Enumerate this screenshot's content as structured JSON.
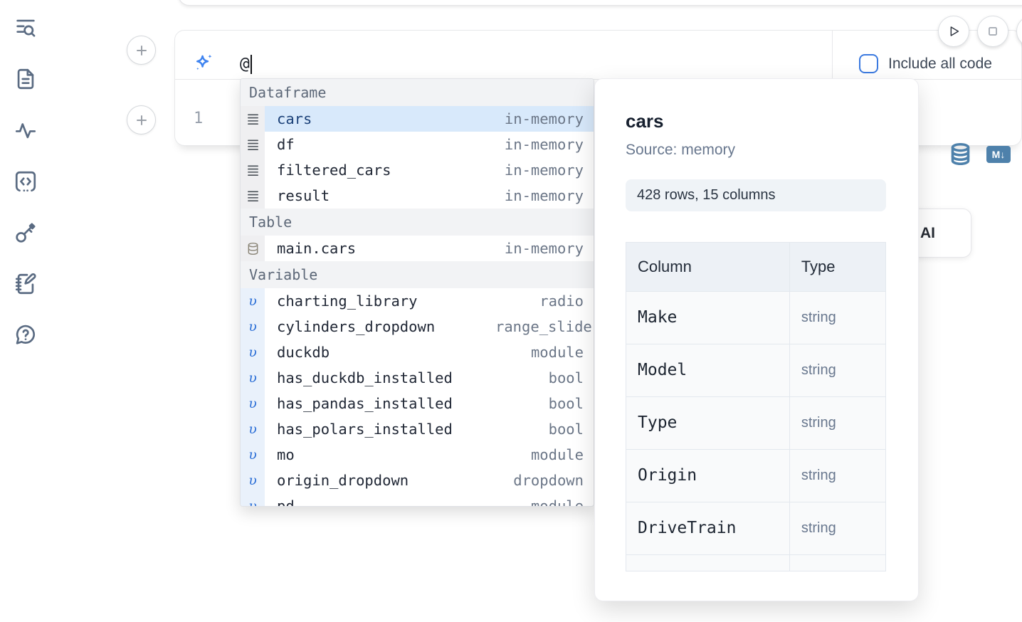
{
  "sidebar": {
    "icons": [
      "list-search-icon",
      "file-text-icon",
      "activity-icon",
      "code-block-icon",
      "key-icon",
      "notebook-pen-icon",
      "help-bubble-icon"
    ]
  },
  "ai_prompt": {
    "value": "@",
    "include_all_code_label": "Include all code"
  },
  "cell": {
    "line_number": "1",
    "markdown_badge": "M↓"
  },
  "autocomplete": {
    "sections": [
      {
        "label": "Dataframe",
        "kind": "dataframe",
        "items": [
          {
            "name": "cars",
            "detail": "in-memory",
            "selected": true
          },
          {
            "name": "df",
            "detail": "in-memory"
          },
          {
            "name": "filtered_cars",
            "detail": "in-memory"
          },
          {
            "name": "result",
            "detail": "in-memory"
          }
        ]
      },
      {
        "label": "Table",
        "kind": "table",
        "items": [
          {
            "name": "main.cars",
            "detail": "in-memory"
          }
        ]
      },
      {
        "label": "Variable",
        "kind": "variable",
        "items": [
          {
            "name": "charting_library",
            "detail": "radio"
          },
          {
            "name": "cylinders_dropdown",
            "detail": "range_slider",
            "clip": true
          },
          {
            "name": "duckdb",
            "detail": "module"
          },
          {
            "name": "has_duckdb_installed",
            "detail": "bool"
          },
          {
            "name": "has_pandas_installed",
            "detail": "bool"
          },
          {
            "name": "has_polars_installed",
            "detail": "bool"
          },
          {
            "name": "mo",
            "detail": "module"
          },
          {
            "name": "origin_dropdown",
            "detail": "dropdown"
          },
          {
            "name": "pd",
            "detail": "module"
          }
        ]
      }
    ]
  },
  "ai_button": {
    "label": "Generate with AI"
  },
  "preview_panel": {
    "title": "cars",
    "source": "Source: memory",
    "stats": "428 rows, 15 columns",
    "table": {
      "headers": [
        "Column",
        "Type"
      ],
      "rows": [
        [
          "Make",
          "string"
        ],
        [
          "Model",
          "string"
        ],
        [
          "Type",
          "string"
        ],
        [
          "Origin",
          "string"
        ],
        [
          "DriveTrain",
          "string"
        ]
      ]
    }
  },
  "colors": {
    "accent_blue": "#3b7ae0",
    "selection_blue": "#d8e9fb",
    "steel_blue_icon": "#4e81ab",
    "variable_blue": "#2c6fd6",
    "sidebar_icon": "#5a6b82",
    "detail_gray": "#6b7687"
  }
}
